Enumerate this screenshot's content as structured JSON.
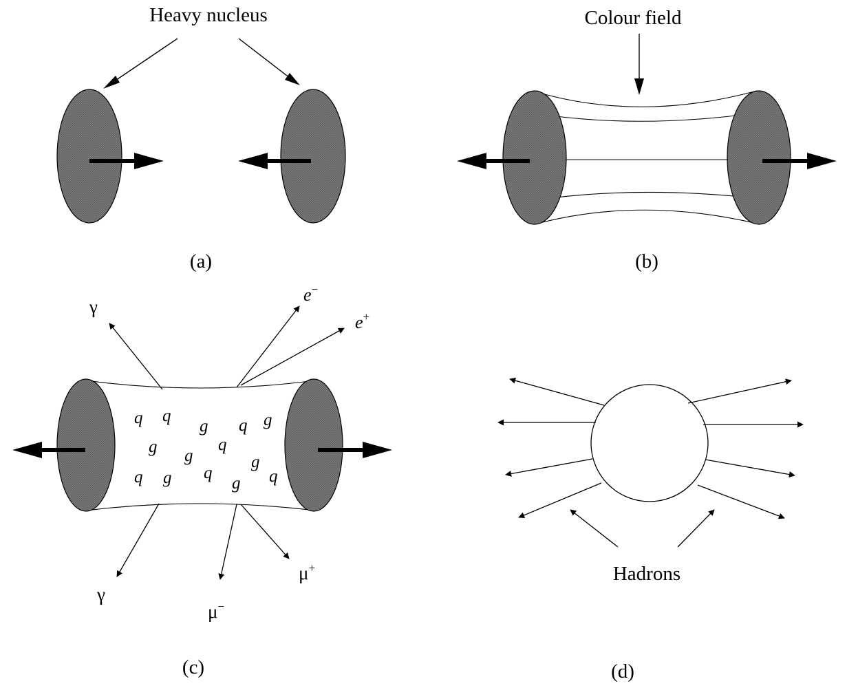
{
  "panel_a": {
    "label": "Heavy nucleus",
    "caption": "(a)"
  },
  "panel_b": {
    "label": "Colour field",
    "caption": "(b)"
  },
  "panel_c": {
    "caption": "(c)",
    "gamma_top": "γ",
    "gamma_bottom": "γ",
    "electron": "e",
    "electron_sign": "−",
    "positron": "e",
    "positron_sign": "+",
    "muon_minus": "μ",
    "muon_minus_sign": "−",
    "muon_plus": "μ",
    "muon_plus_sign": "+",
    "quark": "q",
    "gluon": "g"
  },
  "panel_d": {
    "label": "Hadrons",
    "caption": "(d)"
  },
  "colors": {
    "nucleus_fill": "#6e6e6e",
    "line": "#000000",
    "background": "#ffffff"
  }
}
